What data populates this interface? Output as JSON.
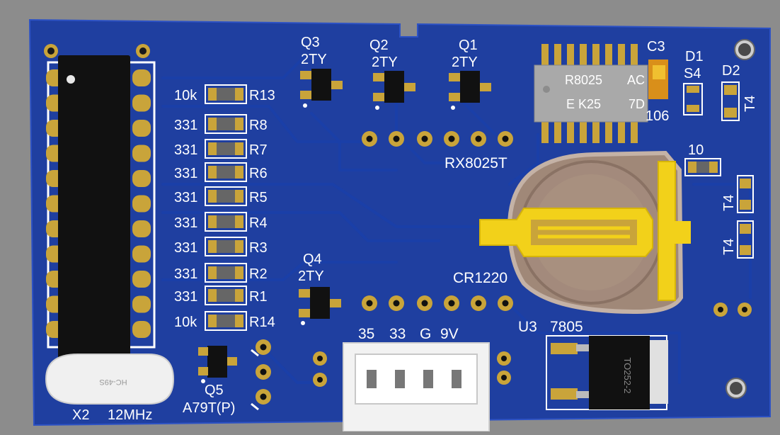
{
  "board": {
    "colors": {
      "pcb": "#1f3fa0",
      "pad": "#c9a43a",
      "silk": "#ffffff",
      "ic": "#111111",
      "battery": "#a08878",
      "clip": "#f2d11a"
    }
  },
  "resistors": [
    {
      "value": "10k",
      "ref": "R13"
    },
    {
      "value": "331",
      "ref": "R8"
    },
    {
      "value": "331",
      "ref": "R7"
    },
    {
      "value": "331",
      "ref": "R6"
    },
    {
      "value": "331",
      "ref": "R5"
    },
    {
      "value": "331",
      "ref": "R4"
    },
    {
      "value": "331",
      "ref": "R3"
    },
    {
      "value": "331",
      "ref": "R2"
    },
    {
      "value": "331",
      "ref": "R1"
    },
    {
      "value": "10k",
      "ref": "R14"
    }
  ],
  "transistors": {
    "q3": {
      "ref": "Q3",
      "value": "2TY"
    },
    "q2": {
      "ref": "Q2",
      "value": "2TY"
    },
    "q1": {
      "ref": "Q1",
      "value": "2TY"
    },
    "q4": {
      "ref": "Q4",
      "value": "2TY"
    },
    "q5": {
      "ref": "Q5",
      "value": "A79T(P)"
    }
  },
  "rtc": {
    "label": "RX8025T",
    "marking_line1": "R8025",
    "marking_line1b": "AC",
    "marking_line2": "E K25",
    "marking_line2b": "7D"
  },
  "c3": {
    "ref": "C3",
    "value": "106"
  },
  "d1": {
    "ref": "D1",
    "value": "S4"
  },
  "d2": {
    "ref": "D2",
    "value": "T4"
  },
  "t4a": {
    "value": "T4"
  },
  "t4b": {
    "value": "T4"
  },
  "r10": {
    "value": "10"
  },
  "battery": {
    "label": "CR1220"
  },
  "connector": {
    "labels": [
      "35",
      "33",
      "G",
      "9V"
    ]
  },
  "regulator": {
    "ref": "U3",
    "value": "7805",
    "package": "TO252-2"
  },
  "crystal": {
    "ref": "X2",
    "value": "12MHz",
    "marking": "HC-49S"
  }
}
